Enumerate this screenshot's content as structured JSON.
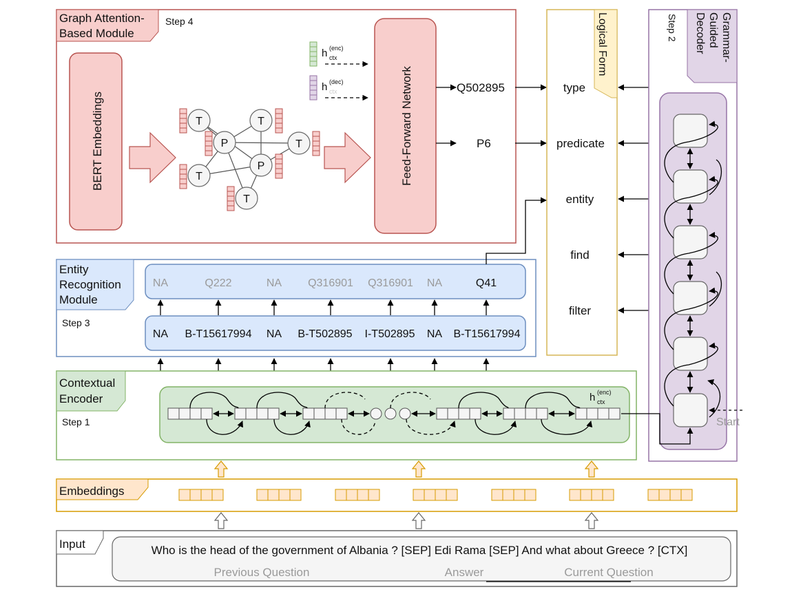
{
  "graph_module": {
    "title_line1": "Graph Attention-",
    "title_line2": "Based Module",
    "step": "Step 4",
    "bert_label": "BERT Embeddings",
    "ffn_label": "Feed-Forward Network",
    "node_T": "T",
    "node_P": "P",
    "h_ctx_main": "h",
    "h_ctx_sup": "(enc)",
    "h_ctx_sub": "ctx",
    "h_dec_main": "h",
    "h_dec_sup": "(dec)",
    "h_dec_sub": "ctx",
    "out_type": "Q502895",
    "out_predicate": "P6"
  },
  "logical_form": {
    "title": "Logical Form",
    "items": [
      "type",
      "predicate",
      "entity",
      "find",
      "filter"
    ]
  },
  "decoder": {
    "title_line1": "Grammar-",
    "title_line2": "Guided",
    "title_line3": "Decoder",
    "step": "Step 2",
    "start_label": "Start"
  },
  "entity_module": {
    "title_line1": "Entity",
    "title_line2": "Recognition",
    "title_line3": "Module",
    "step": "Step 3",
    "top_row": [
      "NA",
      "Q222",
      "NA",
      "Q316901",
      "Q316901",
      "NA",
      "Q41"
    ],
    "bottom_row": [
      "NA",
      "B-T15617994",
      "NA",
      "B-T502895",
      "I-T502895",
      "NA",
      "B-T15617994"
    ]
  },
  "encoder": {
    "title_line1": "Contextual",
    "title_line2": "Encoder",
    "step": "Step 1",
    "h_main": "h",
    "h_sup": "(enc)",
    "h_sub": "ctx"
  },
  "embeddings": {
    "title": "Embeddings"
  },
  "input": {
    "title": "Input",
    "text": "Who is the head of the government of Albania ? [SEP] Edi Rama [SEP] And what about Greece ? [CTX]",
    "seg_previous": "Previous Question",
    "seg_answer": "Answer",
    "seg_current": "Current Question"
  },
  "colors": {
    "graph": "#b85450",
    "graph_fill": "#f8cecc",
    "entity": "#6c8ebf",
    "entity_fill": "#dae8fc",
    "encoder": "#82b366",
    "encoder_fill": "#d5e8d4",
    "embed": "#d79b00",
    "embed_fill": "#ffe6cc",
    "logical": "#d6b656",
    "logical_fill": "#fff2cc",
    "decoder": "#9673a6",
    "decoder_fill": "#e1d5e7"
  }
}
